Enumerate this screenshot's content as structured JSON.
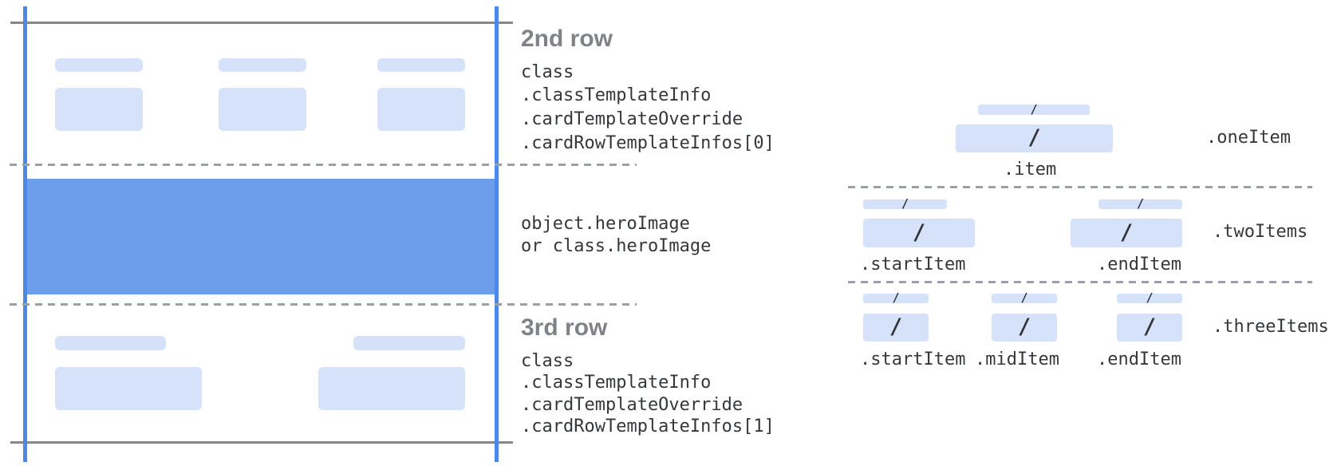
{
  "card": {
    "row2": {
      "heading": "2nd row",
      "code_lines": [
        "class",
        ".classTemplateInfo",
        ".cardTemplateOverride",
        ".cardRowTemplateInfos[0]"
      ]
    },
    "hero": {
      "code_lines": [
        "object.heroImage",
        "or class.heroImage"
      ]
    },
    "row3": {
      "heading": "3rd row",
      "code_lines": [
        "class",
        ".classTemplateInfo",
        ".cardTemplateOverride",
        ".cardRowTemplateInfos[1]"
      ]
    }
  },
  "items": {
    "one": {
      "label": ".oneItem",
      "item_labels": [
        ".item"
      ]
    },
    "two": {
      "label": ".twoItems",
      "item_labels": [
        ".startItem",
        ".endItem"
      ]
    },
    "three": {
      "label": ".threeItems",
      "item_labels": [
        ".startItem",
        ".midItem",
        ".endItem"
      ]
    }
  },
  "glyphs": {
    "slash": "/"
  },
  "colors": {
    "field_fill": "#d6e2f9",
    "hero_fill": "#6d9eeb",
    "guide_line_blue": "#4d87ea",
    "frame_line_gray": "#85878a",
    "dashed_line_gray": "#9aa0a6",
    "heading_text": "#7f8388",
    "code_text": "#35383b"
  }
}
